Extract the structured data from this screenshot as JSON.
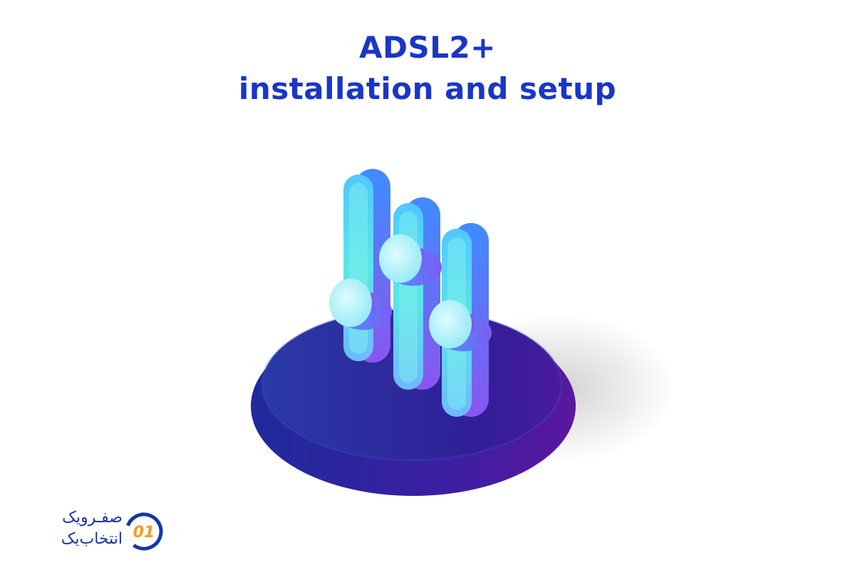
{
  "headline": {
    "line1": "ADSL2+",
    "line2": "installation and setup"
  },
  "brand": {
    "line1": "صفـرویک",
    "line2": "انتخاب‌یک",
    "mark_letters": "01",
    "colors": {
      "primary": "#1636a8",
      "accent": "#f39a1e"
    }
  },
  "illustration": {
    "icon": "equalizer-sliders-icon",
    "colors": {
      "base_dark": "#241a8c",
      "base_light": "#5a1fa6",
      "slider_cyan": "#5ff0e0",
      "slider_blue": "#4a8dff",
      "slider_purple": "#7a5cf5"
    }
  }
}
